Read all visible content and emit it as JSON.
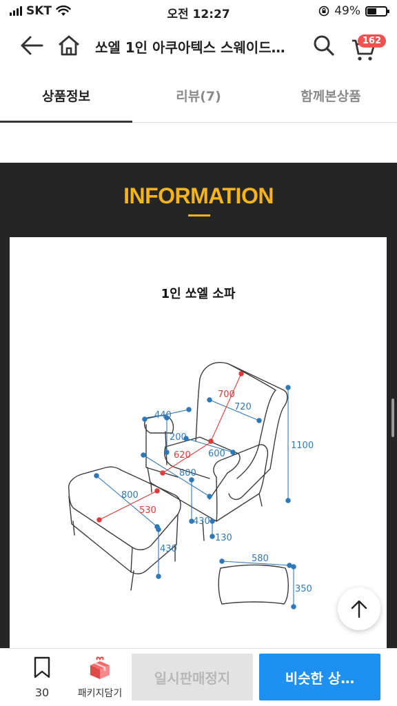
{
  "status_bar": {
    "carrier": "SKT",
    "time": "오전 12:27",
    "battery_percent": "49%",
    "battery_level": 0.49
  },
  "header": {
    "title": "쏘엘 1인 아쿠아텍스 스웨이드…",
    "cart_count": "162",
    "icons": [
      "back-arrow-icon",
      "home-icon",
      "search-icon",
      "cart-icon"
    ]
  },
  "tabs": [
    {
      "label": "상품정보",
      "active": true
    },
    {
      "label": "리뷰(7)",
      "active": false
    },
    {
      "label": "함께본상품",
      "active": false
    }
  ],
  "info": {
    "heading": "INFORMATION",
    "product_title": "1인 쏘엘 소파",
    "dimensions": {
      "back_height": "700",
      "back_width": "720",
      "arm_depth": "440",
      "arm_height": "200",
      "seat_width": "620",
      "seat_depth": "600",
      "total_depth": "800",
      "total_height": "1100",
      "seat_height": "430",
      "leg_height": "130",
      "ottoman_depth": "800",
      "ottoman_width": "530",
      "ottoman_height": "430",
      "pillow_width": "580",
      "pillow_height": "350"
    }
  },
  "bottom_bar": {
    "bookmark_count": "30",
    "package_label": "패키지담기",
    "pause_label": "일시판매정지",
    "similar_label": "비슷한 상…"
  },
  "colors": {
    "accent_blue": "#1e90f0",
    "info_gold": "#f5b41b",
    "badge_red": "#f0524f",
    "dim_blue": "#2f78b8",
    "dim_red": "#e03a3a"
  }
}
